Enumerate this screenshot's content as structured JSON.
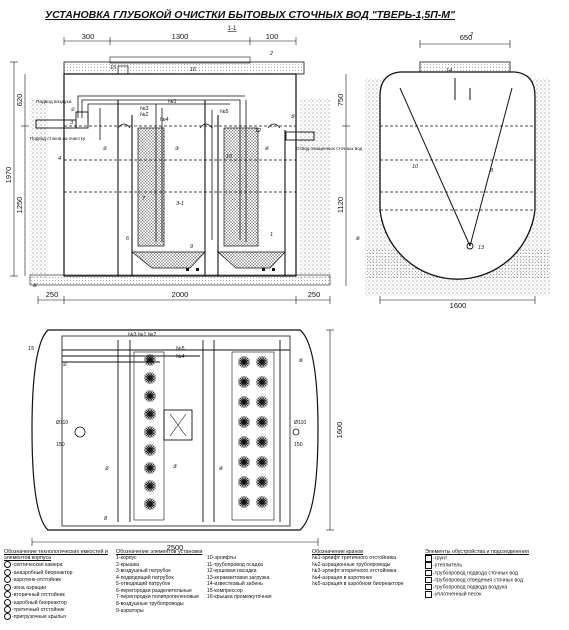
{
  "title": "УСТАНОВКА ГЛУБОКОЙ ОЧИСТКИ БЫТОВЫХ СТОЧНЫХ ВОД \"ТВЕРЬ-1,5П-М\"",
  "section_mark": "1-1",
  "dims": {
    "d300": "300",
    "d1300": "1300",
    "d100": "100",
    "d650": "650",
    "d620": "620",
    "d1970": "1970",
    "d1250": "1250",
    "d750": "750",
    "d1120": "1120",
    "d250a": "250",
    "d2000": "2000",
    "d250b": "250",
    "d1600": "1600",
    "d2500": "2500",
    "d1600v": "1600",
    "d110a": "Ø110",
    "d110b": "Ø110",
    "d150a": "150",
    "d150b": "150"
  },
  "side_labels": {
    "air_supply": "Подвод воздуха",
    "inflow": "Подвод стоков на очистку",
    "outflow": "Отвод очищенных сточных вод"
  },
  "markers": {
    "m1": "1",
    "m2": "2",
    "m3": "3",
    "m4": "4",
    "m5": "5",
    "m6": "6",
    "m7": "7",
    "m8": "8",
    "m9": "9",
    "m10": "10",
    "m11": "11",
    "m12": "12",
    "m13": "13",
    "m14": "14",
    "m15": "15",
    "m16": "16",
    "z1": "①",
    "z2": "②",
    "z3": "③",
    "z4": "④",
    "z5": "⑤",
    "z6": "⑥",
    "z31": "3-1",
    "z32": "3-2",
    "z8": "8",
    "g1": "⑥",
    "g2": "Ⓐ"
  },
  "pipe_tags": {
    "n1": "№1",
    "n2": "№2",
    "n3": "№3",
    "n4": "№4",
    "n5": "№5",
    "n123": "№3 №1 №2"
  },
  "legend": {
    "tech": {
      "heading": "Обозначение технологических емкостей и элементов корпуса",
      "rows": [
        "-септическая камера",
        "-анаэробный биореактор",
        "-аэротенк-отстойник",
        "-зона аэрации",
        "-вторичный отстойник",
        "-аэробный биореактор",
        "-третичный отстойник",
        "-пригрузочные крылья"
      ],
      "marks": [
        "1",
        "2",
        "3",
        "3-1",
        "3-2",
        "4",
        "5",
        "6"
      ]
    },
    "elements": {
      "heading": "Обозначение элементов установки",
      "col1": [
        "1-корпус",
        "2-крышка",
        "3-воздушный патрубок",
        "4-подводящий патрубок",
        "5-отводящий патрубок",
        "6-перегородки разделительные",
        "7-перегородки полипропиленовые",
        "8-воздушные трубопроводы",
        "9-аэраторы"
      ],
      "col2": [
        "10-эрлифты",
        "11-трубопровод осадка",
        "12-ершовая насадка",
        "13-керамзитовая загрузка",
        "14-известковый забень",
        "15-компрессор",
        "16-крышка промежуточная"
      ]
    },
    "valves": {
      "heading": "Обозначение кранов",
      "rows": [
        "№1-эрлифт третичного отстойника",
        "№2-аэрационные трубопроводы",
        "№3-эрлифт вторичного отстойника",
        "№4-аэрация в аэротенке",
        "№5-аэрация в аэробном биореакторе"
      ]
    },
    "site": {
      "heading": "Элементы обустройства и подсоединения",
      "rows": [
        "-грунт",
        "-утеплитель",
        "-трубопровод подвода сточных вод",
        "-трубопровод отведения сточных вод",
        "-трубопровод подвода воздуха",
        "-уплотненный песок"
      ],
      "marks": [
        "1",
        "2",
        "3",
        "4",
        "5",
        "6"
      ]
    }
  }
}
